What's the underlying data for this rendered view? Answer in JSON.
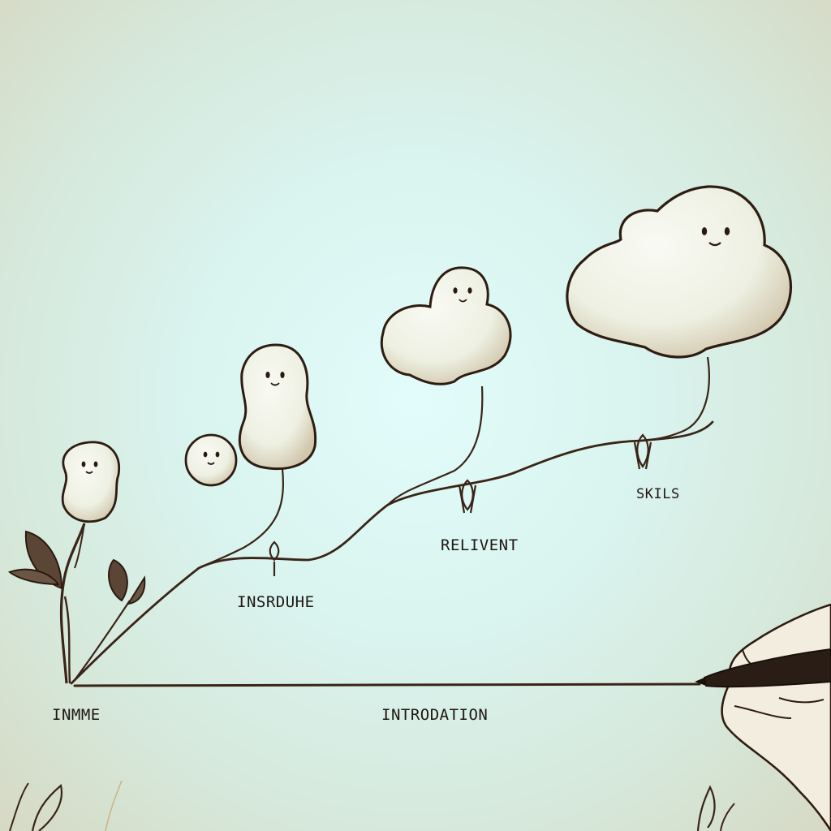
{
  "labels": {
    "baseline_start": "INMME",
    "baseline_end": "INTRODATION",
    "stage_one": "INSRDUHE",
    "stage_two": "RELIVENT",
    "stage_three": "SKILS"
  },
  "colors": {
    "ink": "#3a2417",
    "blob_fill": "#f6f7ec",
    "leaf": "#5b4636",
    "background": "#dff6f2"
  }
}
